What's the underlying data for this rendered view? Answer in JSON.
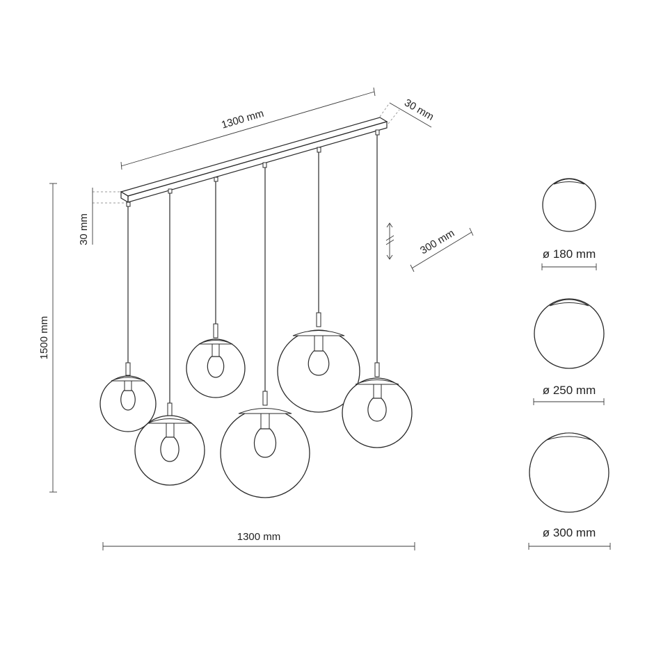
{
  "dimensions": {
    "rail_length": "1300 mm",
    "rail_depth": "30 mm",
    "rail_height": "30 mm",
    "total_height": "1500 mm",
    "adjustable": "300 mm",
    "total_width": "1300 mm"
  },
  "globes": [
    {
      "diameter_label": "ø 180 mm"
    },
    {
      "diameter_label": "ø 250 mm"
    },
    {
      "diameter_label": "ø 300 mm"
    }
  ]
}
